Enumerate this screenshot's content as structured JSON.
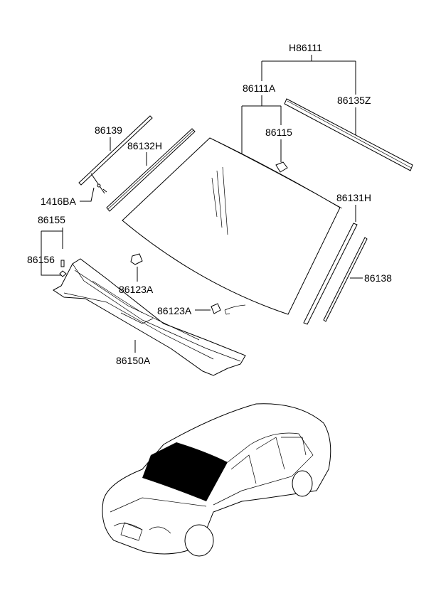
{
  "diagram": {
    "title": "Windshield glass parts diagram",
    "labels": {
      "assembly": "H86111",
      "glass_assy": "86111A",
      "molding_top": "86135Z",
      "glass_part": "86115",
      "wiper_molding": "86139",
      "side_molding_left": "86132H",
      "clip_1416": "1416BA",
      "fastener_1": "86155",
      "fastener_2": "86156",
      "bracket_upper": "86123A",
      "bracket_lower": "86123A",
      "side_molding_right": "86131H",
      "strip_right": "86138",
      "cowl_panel": "86150A"
    }
  }
}
